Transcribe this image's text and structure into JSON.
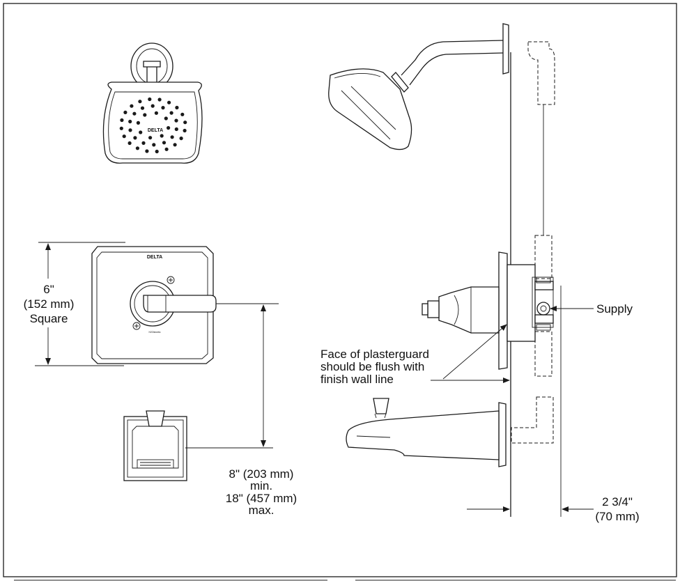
{
  "brand": {
    "showerhead_logo": "DELTA",
    "trim_logo": "DELTA",
    "trim_small_print": "H2Okinetic"
  },
  "labels": {
    "supply": "Supply",
    "plasterguard_line1": "Face of plasterguard",
    "plasterguard_line2": "should be flush with",
    "plasterguard_line3": "finish wall line"
  },
  "dimensions": {
    "trim_size": {
      "line1": "6\"",
      "line2": "(152 mm)",
      "line3": "Square"
    },
    "spout_distance": {
      "line1": "8\" (203 mm)",
      "line2": "min.",
      "line3": "18\" (457 mm)",
      "line4": "max."
    },
    "wall_depth": {
      "line1": "2 3/4\"",
      "line2": "(70 mm)"
    }
  },
  "colors": {
    "line": "#1a1a1a",
    "background": "#ffffff"
  }
}
